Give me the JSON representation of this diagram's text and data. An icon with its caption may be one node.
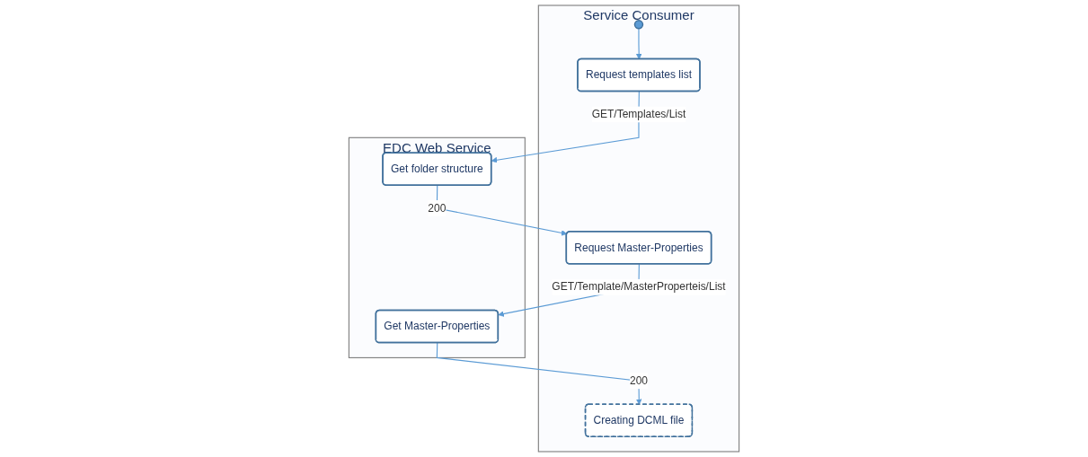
{
  "diagram": {
    "nodes": [
      {
        "text": [
          "Service Consumer"
        ]
      },
      {
        "text": [
          "EDC Web Service"
        ]
      },
      {
        "text": [],
        "shape": "circle",
        "in": 0
      },
      {
        "text": [
          "Request templates list"
        ],
        "in": 0
      },
      {
        "text": [
          "Get folder structure"
        ],
        "in": 1
      },
      {
        "text": [
          "Request Master-Properties"
        ],
        "in": 0
      },
      {
        "text": [
          "Get Master-Properties"
        ],
        "in": 1
      },
      {
        "text": [
          "Creating DCML file"
        ],
        "in": 0
      }
    ],
    "edges": [
      {
        "from": 2,
        "to": 3,
        "arrow": "to"
      },
      {
        "from": 3,
        "to": 4,
        "arrow": "to",
        "label": "GET/Templates/List"
      },
      {
        "from": 4,
        "to": 5,
        "arrow": "to",
        "label": "200"
      },
      {
        "from": 5,
        "to": 6,
        "arrow": "to",
        "label": "GET/Template/MasterProperteis/List"
      },
      {
        "from": 6,
        "to": 7,
        "arrow": "to",
        "label": "200"
      }
    ]
  }
}
